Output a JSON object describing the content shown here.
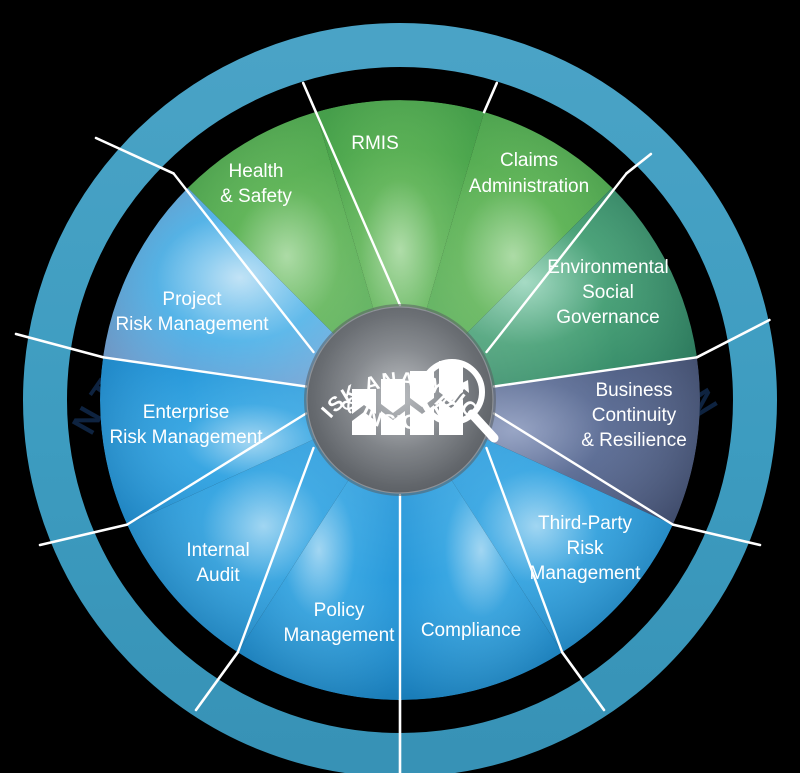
{
  "title_ring": {
    "text": "INTEGRATED RISK MANAGEMENT",
    "band_color": "#3d9cc0",
    "text_color": "#0e2340"
  },
  "hub": {
    "label_top": "RISK ANALYTICS",
    "label_bottom": "& INSIGHTS",
    "icon": "bar-chart-magnifier-icon",
    "fill_color": "#6b6f74",
    "text_color": "#ffffff"
  },
  "colors": {
    "green": "#4aa948",
    "green_dark": "#2f8a5f",
    "blue": "#2196dc",
    "blue_light": "#3fb0e8",
    "slate": "#4e5f85",
    "divider": "#ffffff",
    "background": "#000000"
  },
  "wheel": {
    "segment_count": 11,
    "segments": [
      {
        "id": "rmis",
        "label": "RMIS",
        "lines": [
          "RMIS"
        ],
        "color": "#4aa948",
        "family": "green"
      },
      {
        "id": "claims-administration",
        "label": "Claims Administration",
        "lines": [
          "Claims",
          "Administration"
        ],
        "color": "#4aa948",
        "family": "green"
      },
      {
        "id": "environmental-social-governance",
        "label": "Environmental Social Governance",
        "lines": [
          "Environmental",
          "Social",
          "Governance"
        ],
        "color": "#2f8a5f",
        "family": "green-dark"
      },
      {
        "id": "business-continuity-resilience",
        "label": "Business Continuity & Resilience",
        "lines": [
          "Business",
          "Continuity",
          "& Resilience"
        ],
        "color": "#4e5f85",
        "family": "slate"
      },
      {
        "id": "third-party-risk-management",
        "label": "Third-Party Risk Management",
        "lines": [
          "Third-Party",
          "Risk",
          "Management"
        ],
        "color": "#2196dc",
        "family": "blue"
      },
      {
        "id": "compliance",
        "label": "Compliance",
        "lines": [
          "Compliance"
        ],
        "color": "#2196dc",
        "family": "blue"
      },
      {
        "id": "policy-management",
        "label": "Policy Management",
        "lines": [
          "Policy",
          "Management"
        ],
        "color": "#2196dc",
        "family": "blue"
      },
      {
        "id": "internal-audit",
        "label": "Internal Audit",
        "lines": [
          "Internal",
          "Audit"
        ],
        "color": "#2196dc",
        "family": "blue"
      },
      {
        "id": "enterprise-risk-management",
        "label": "Enterprise Risk Management",
        "lines": [
          "Enterprise",
          "Risk Management"
        ],
        "color": "#2196dc",
        "family": "blue"
      },
      {
        "id": "project-risk-management",
        "label": "Project Risk Management",
        "lines": [
          "Project",
          "Risk Management"
        ],
        "color": "#3fb0e8",
        "family": "blue-light"
      },
      {
        "id": "health-safety",
        "label": "Health & Safety",
        "lines": [
          "Health",
          "& Safety"
        ],
        "color": "#4aa948",
        "family": "green"
      }
    ]
  }
}
